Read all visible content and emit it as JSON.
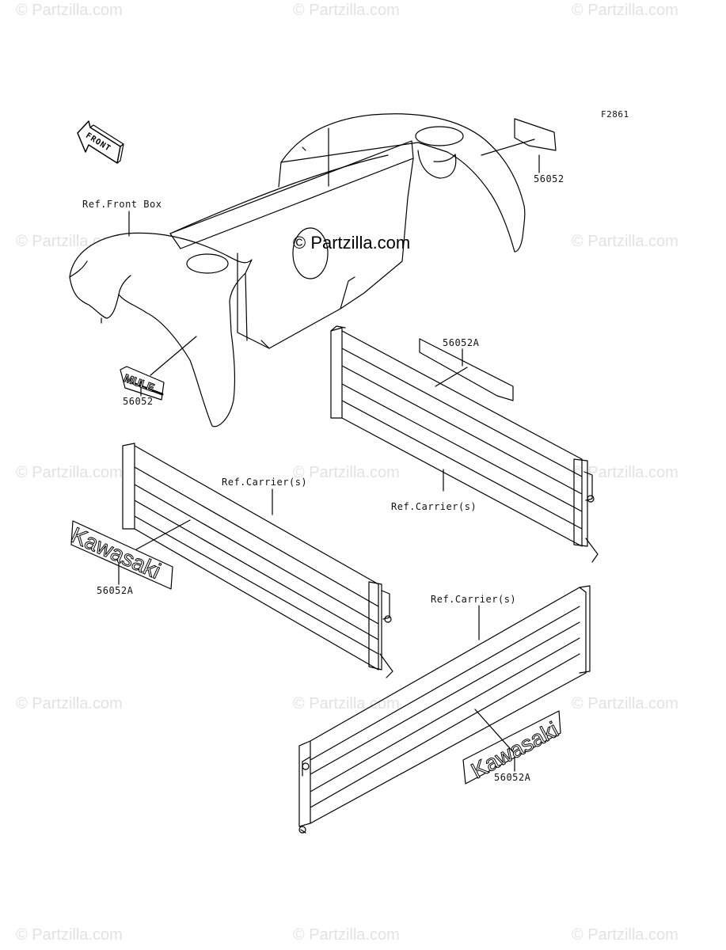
{
  "diagram_code": "F2861",
  "watermark_text": "© Partzilla.com",
  "center_watermark": "© Partzilla.com",
  "front_arrow_label": "FRONT",
  "labels": {
    "ref_front_box": "Ref.Front Box",
    "part_56052_right": "56052",
    "part_56052_left": "56052",
    "part_56052a_top": "56052A",
    "ref_carrier_left": "Ref.Carrier(s)",
    "ref_carrier_right": "Ref.Carrier(s)",
    "part_56052a_left": "56052A",
    "ref_carrier_bottom": "Ref.Carrier(s)",
    "part_56052a_bottom": "56052A"
  },
  "decals": {
    "mule_text": "MULE",
    "kawasaki_text": "Kawasaki"
  }
}
